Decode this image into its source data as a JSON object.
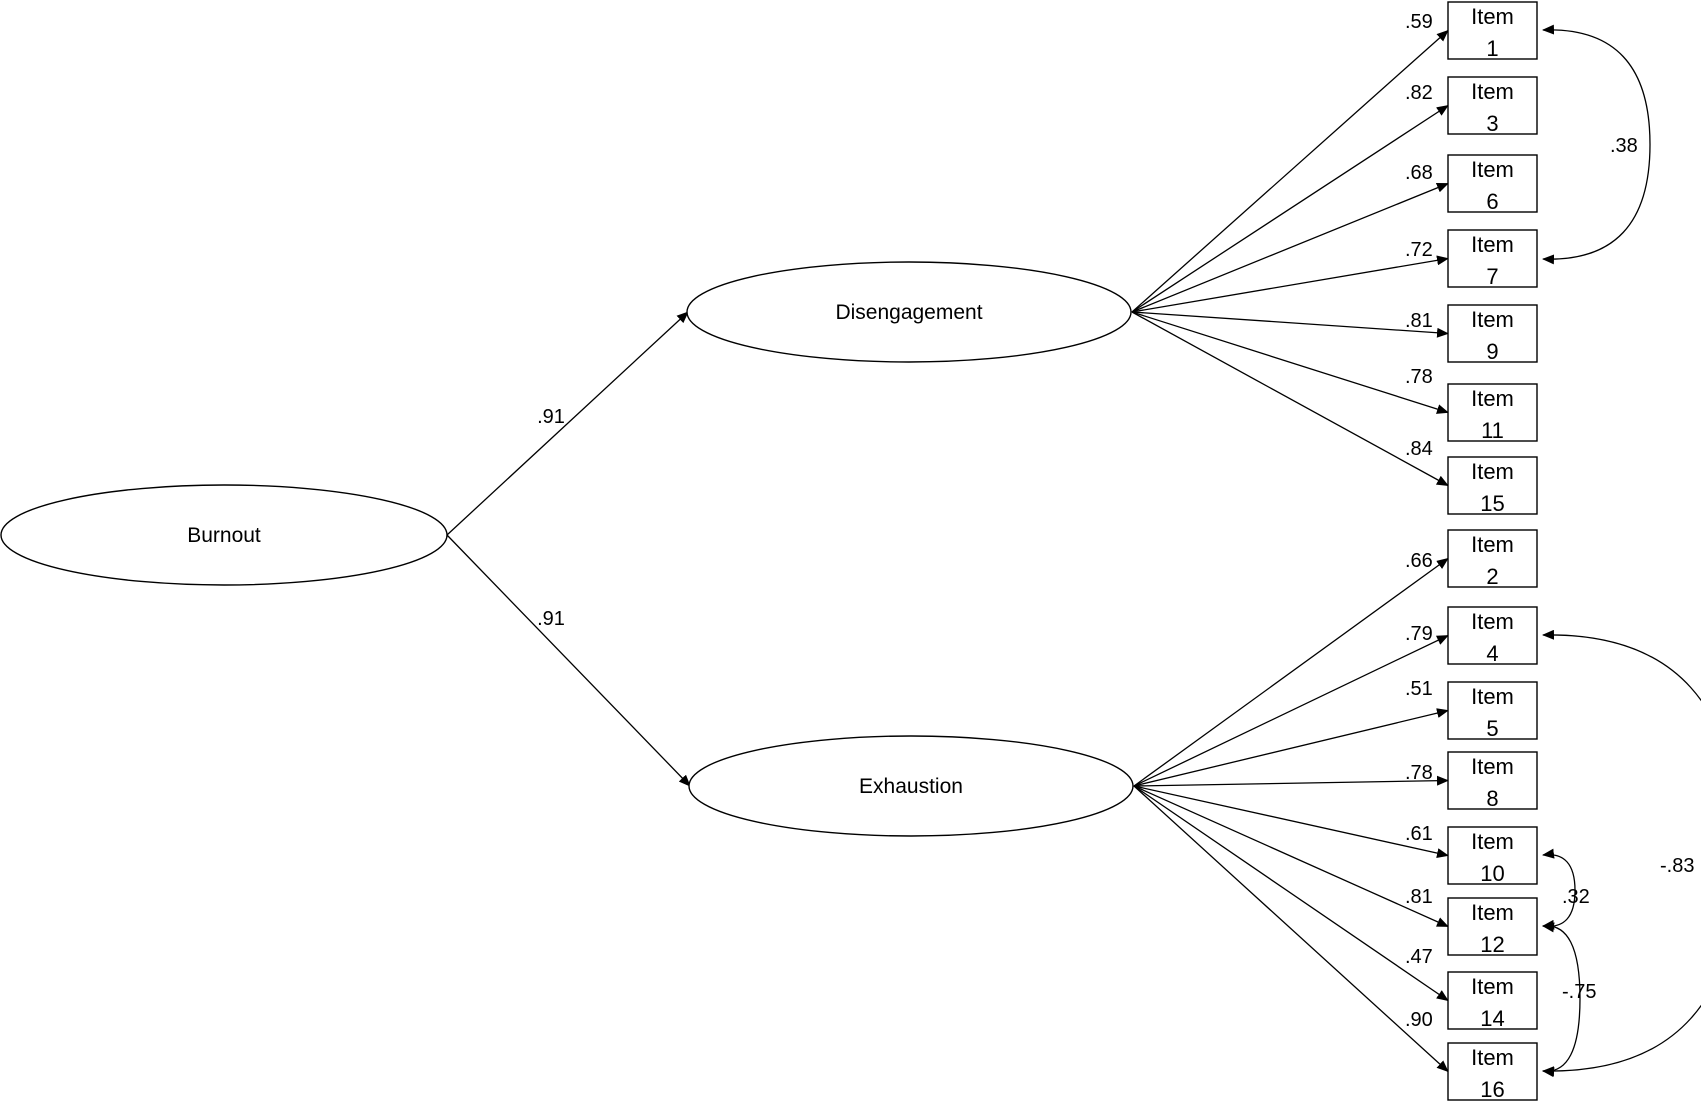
{
  "latents": [
    {
      "id": "burnout",
      "label": "Burnout"
    },
    {
      "id": "disengagement",
      "label": "Disengagement"
    },
    {
      "id": "exhaustion",
      "label": "Exhaustion"
    }
  ],
  "structural_paths": [
    {
      "from": "burnout",
      "to": "disengagement",
      "value": ".91"
    },
    {
      "from": "burnout",
      "to": "exhaustion",
      "value": ".91"
    }
  ],
  "items": [
    {
      "id": "item1",
      "line1": "Item",
      "line2": "1",
      "factor": "disengagement",
      "loading": ".59"
    },
    {
      "id": "item3",
      "line1": "Item",
      "line2": "3",
      "factor": "disengagement",
      "loading": ".82"
    },
    {
      "id": "item6",
      "line1": "Item",
      "line2": "6",
      "factor": "disengagement",
      "loading": ".68"
    },
    {
      "id": "item7",
      "line1": "Item",
      "line2": "7",
      "factor": "disengagement",
      "loading": ".72"
    },
    {
      "id": "item9",
      "line1": "Item",
      "line2": "9",
      "factor": "disengagement",
      "loading": ".81"
    },
    {
      "id": "item11",
      "line1": "Item",
      "line2": "11",
      "factor": "disengagement",
      "loading": ".78"
    },
    {
      "id": "item15",
      "line1": "Item",
      "line2": "15",
      "factor": "disengagement",
      "loading": ".84"
    },
    {
      "id": "item2",
      "line1": "Item",
      "line2": "2",
      "factor": "exhaustion",
      "loading": ".66"
    },
    {
      "id": "item4",
      "line1": "Item",
      "line2": "4",
      "factor": "exhaustion",
      "loading": ".79"
    },
    {
      "id": "item5",
      "line1": "Item",
      "line2": "5",
      "factor": "exhaustion",
      "loading": ".51"
    },
    {
      "id": "item8",
      "line1": "Item",
      "line2": "8",
      "factor": "exhaustion",
      "loading": ".78"
    },
    {
      "id": "item10",
      "line1": "Item",
      "line2": "10",
      "factor": "exhaustion",
      "loading": ".61"
    },
    {
      "id": "item12",
      "line1": "Item",
      "line2": "12",
      "factor": "exhaustion",
      "loading": ".81"
    },
    {
      "id": "item14",
      "line1": "Item",
      "line2": "14",
      "factor": "exhaustion",
      "loading": ".47"
    },
    {
      "id": "item16",
      "line1": "Item",
      "line2": "16",
      "factor": "exhaustion",
      "loading": ".90"
    }
  ],
  "covariances": [
    {
      "a": "item1",
      "b": "item7",
      "value": ".38"
    },
    {
      "a": "item4",
      "b": "item16",
      "value": "-.83"
    },
    {
      "a": "item10",
      "b": "item12",
      "value": ".32"
    },
    {
      "a": "item12",
      "b": "item16",
      "value": "-.75"
    }
  ]
}
